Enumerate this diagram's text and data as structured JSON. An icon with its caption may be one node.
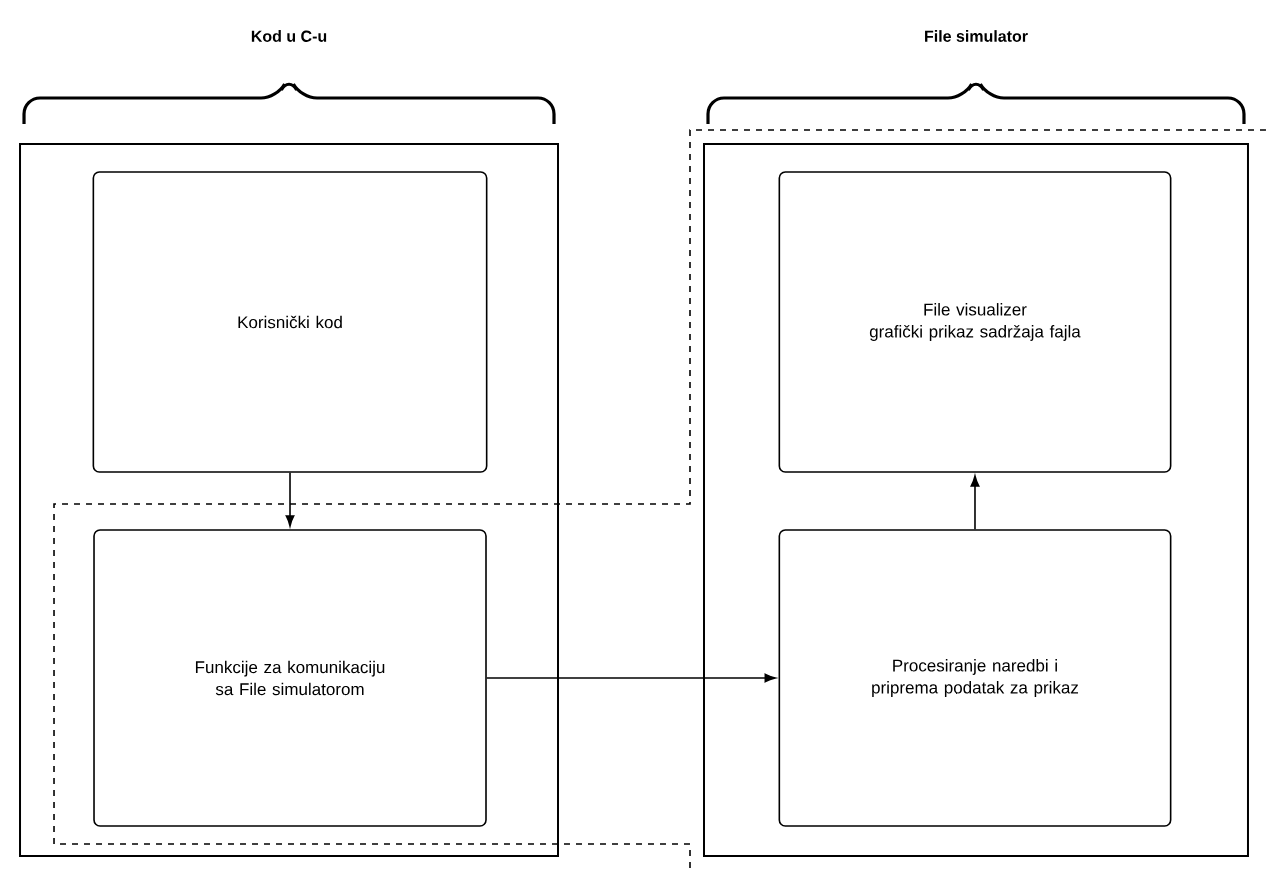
{
  "diagram": {
    "nodes": [
      {
        "text": [
          "Kod u C-u"
        ]
      },
      {
        "text": [
          "Korisnički kod"
        ],
        "in": 0
      },
      {
        "text": [
          "Funkcije za komunikaciju sa File simulatorom"
        ],
        "in": 0
      },
      {
        "text": [
          "File simulator"
        ]
      },
      {
        "text": [
          "File visualizer",
          "grafički prikaz sadržaja fajla"
        ],
        "in": 3
      },
      {
        "text": [
          "Procesiranje naredbi i priprema podatak za prikaz"
        ],
        "in": 3
      }
    ],
    "edges": [
      {
        "from": 1,
        "to": 2,
        "arrow": "to"
      },
      {
        "from": 2,
        "to": 5,
        "arrow": "to"
      },
      {
        "from": 5,
        "to": 4,
        "arrow": "to"
      }
    ]
  }
}
